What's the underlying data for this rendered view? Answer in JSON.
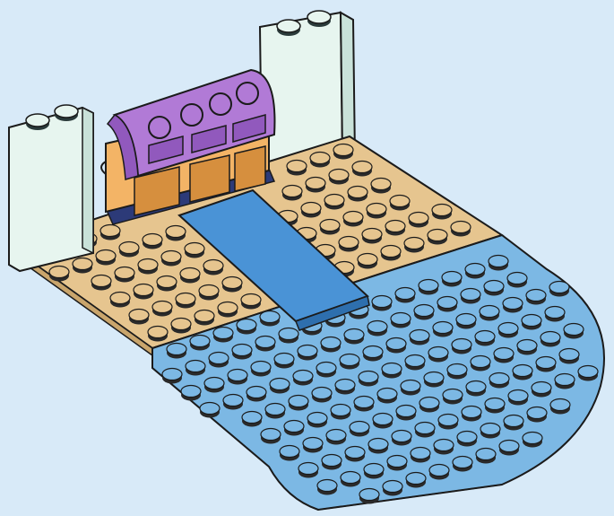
{
  "illustration": {
    "subject": "lego-build-step",
    "colors": {
      "background": "#d8eaf8",
      "tan_plate": "#e6c58f",
      "tan_plate_side": "#c9a56c",
      "water_plate": "#7cb8e4",
      "water_plate_side": "#5a98cc",
      "ramp": "#4a93d6",
      "ramp_side": "#2e6fae",
      "chest_lid": "#b17ad6",
      "chest_lid_dark": "#9159bd",
      "chest_body": "#f3b466",
      "chest_body_dark": "#d68f3e",
      "chest_base": "#2c3a78",
      "pillar": "#e7f5ef",
      "pillar_side": "#c9e2d9",
      "outline": "#1b1b1b",
      "stud_shadow": "#2a2a2a"
    },
    "parts": {
      "tan_studs": 48,
      "water_studs": 128,
      "pillar_count": 2,
      "treasure_chest_count": 1,
      "ramp_count": 1
    }
  }
}
